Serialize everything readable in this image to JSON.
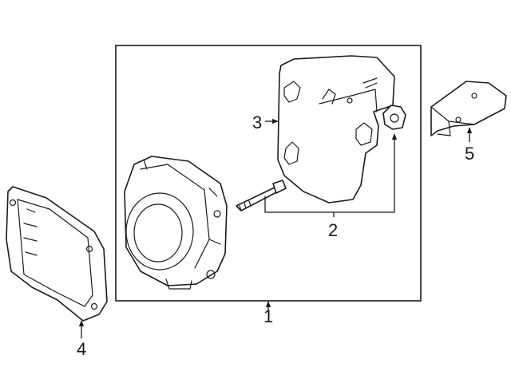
{
  "diagram": {
    "callouts": [
      {
        "label": "1"
      },
      {
        "label": "2"
      },
      {
        "label": "3"
      },
      {
        "label": "4"
      },
      {
        "label": "5"
      }
    ]
  }
}
